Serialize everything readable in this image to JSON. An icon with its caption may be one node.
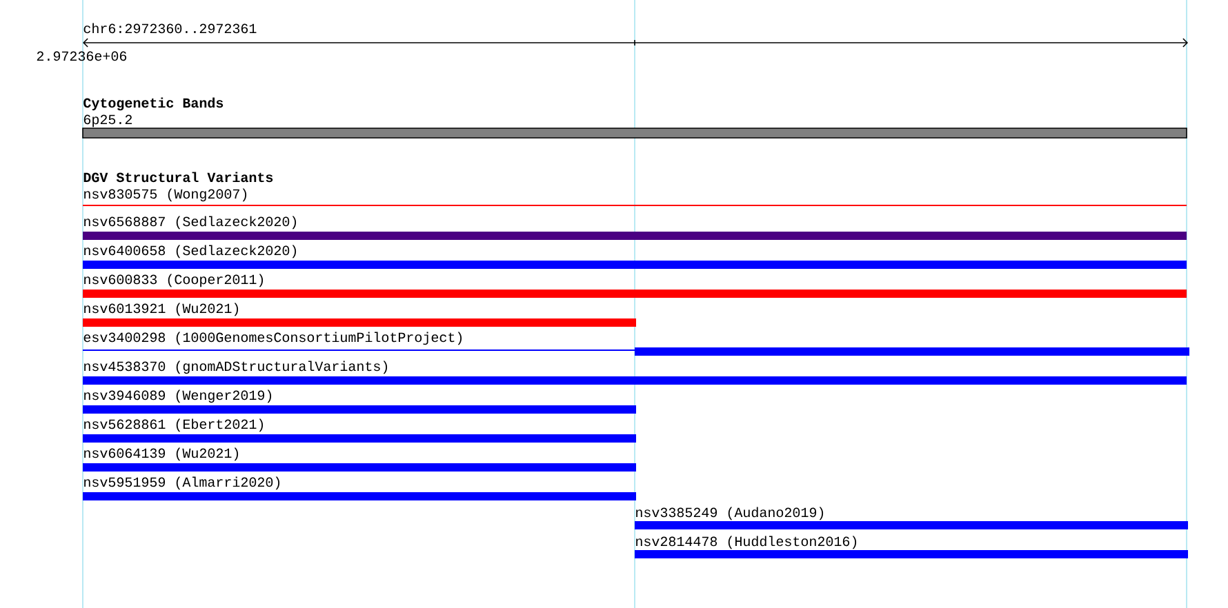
{
  "diagram": {
    "nodes": [
      {
        "text": [
          "6p25.2"
        ]
      },
      {
        "text": [
          "nsv830575 (Wong2007)"
        ]
      },
      {
        "text": [
          "nsv6568887 (Sedlazeck2020)"
        ]
      },
      {
        "text": [
          "nsv6400658 (Sedlazeck2020)"
        ]
      },
      {
        "text": [
          "nsv600833 (Cooper2011)"
        ]
      },
      {
        "text": [
          "nsv6013921 (Wu2021)"
        ]
      },
      {
        "text": [
          "esv3400298 (1000GenomesConsortiumPilotProject)"
        ]
      },
      {
        "text": [
          "nsv4538370 (gnomADStructuralVariants)"
        ]
      },
      {
        "text": [
          "nsv3946089 (Wenger2019)"
        ]
      },
      {
        "text": [
          "nsv5628861 (Ebert2021)"
        ]
      },
      {
        "text": [
          "nsv6064139 (Wu2021)"
        ]
      },
      {
        "text": [
          "nsv5951959 (Almarri2020)"
        ]
      },
      {
        "text": [
          "nsv3385249 (Audano2019)"
        ]
      },
      {
        "text": [
          "nsv2814478 (Huddleston2016)"
        ]
      }
    ],
    "labels": [
      "chr6:2972360..2972361",
      "2.97236e+06",
      "Cytogenetic Bands",
      "DGV Structural Variants"
    ]
  }
}
